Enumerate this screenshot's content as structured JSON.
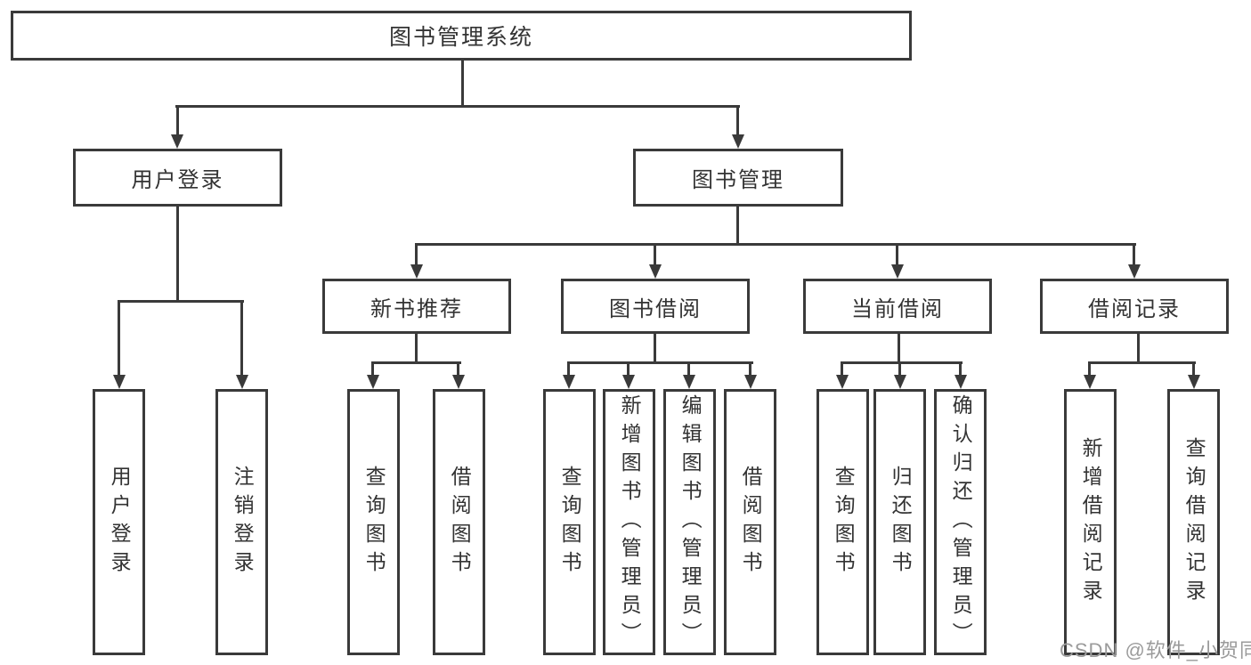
{
  "diagram": {
    "root": {
      "label": "图书管理系统",
      "children": [
        {
          "label": "用户登录",
          "children": [
            {
              "label": "用户登录"
            },
            {
              "label": "注销登录"
            }
          ]
        },
        {
          "label": "图书管理",
          "children": [
            {
              "label": "新书推荐",
              "children": [
                {
                  "label": "查询图书"
                },
                {
                  "label": "借阅图书"
                }
              ]
            },
            {
              "label": "图书借阅",
              "children": [
                {
                  "label": "查询图书"
                },
                {
                  "label": "新增图书（管理员）"
                },
                {
                  "label": "编辑图书（管理员）"
                },
                {
                  "label": "借阅图书"
                }
              ]
            },
            {
              "label": "当前借阅",
              "children": [
                {
                  "label": "查询图书"
                },
                {
                  "label": "归还图书"
                },
                {
                  "label": "确认归还（管理员）"
                }
              ]
            },
            {
              "label": "借阅记录",
              "children": [
                {
                  "label": "新增借阅记录"
                },
                {
                  "label": "查询借阅记录"
                }
              ]
            }
          ]
        }
      ]
    },
    "watermark": "CSDN @软件_小贺同学",
    "colors": {
      "line": "#3a3a3a",
      "text": "#333333",
      "watermark": "#9b9b9b",
      "background": "#ffffff"
    }
  }
}
